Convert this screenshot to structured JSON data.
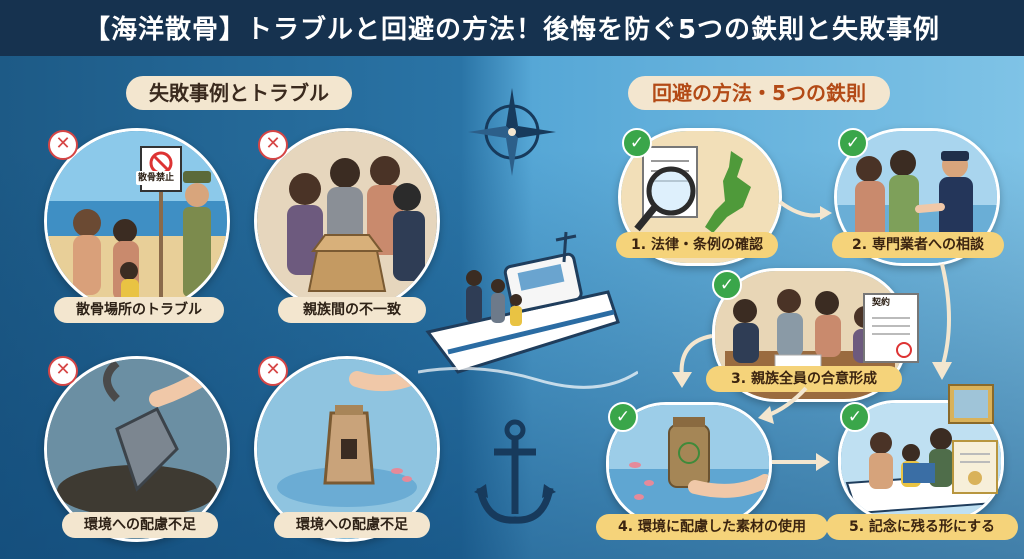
{
  "title": "【海洋散骨】トラブルと回避の方法！後悔を防ぐ5つの鉄則と失敗事例",
  "left_section": {
    "heading": "失敗事例とトラブル",
    "cases": [
      {
        "label": "散骨場所のトラブル",
        "sign_text": "散骨禁止",
        "icon": "cross-icon"
      },
      {
        "label": "親族間の不一致",
        "icon": "cross-icon"
      },
      {
        "label": "環境への配慮不足",
        "icon": "cross-icon"
      },
      {
        "label": "環境への配慮不足",
        "icon": "cross-icon"
      }
    ]
  },
  "right_section": {
    "heading": "回避の方法・5つの鉄則",
    "rules": [
      {
        "label": "1. 法律・条例の確認",
        "icon": "check-icon"
      },
      {
        "label": "2. 専門業者への相談",
        "icon": "check-icon"
      },
      {
        "label": "3. 親族全員の合意形成",
        "icon": "check-icon",
        "document_text": "契約"
      },
      {
        "label": "4. 環境に配慮した素材の使用",
        "icon": "check-icon"
      },
      {
        "label": "5. 記念に残る形にする",
        "icon": "check-icon"
      }
    ]
  },
  "colors": {
    "header_bg": "#16324f",
    "pill_bg": "#f3e6cf",
    "accent_orange": "#b34a16",
    "label_yellow": "#f5d37a",
    "cross_red": "#d64545",
    "check_green": "#3aa64a"
  }
}
